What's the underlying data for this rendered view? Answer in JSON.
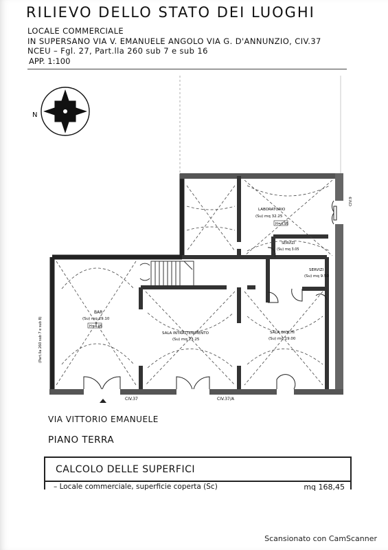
{
  "header": {
    "title": "RILIEVO DELLO STATO DEI LUOGHI",
    "line1": "LOCALE COMMERCIALE",
    "line2": "IN SUPERSANO VIA V. EMANUELE ANGOLO VIA G. D'ANNUNZIO, CIV.37",
    "line3": "NCEU – Fgl. 27, Part.lla 260 sub 7 e sub 16",
    "scale": "APP. 1:100"
  },
  "compass": {
    "icon": "compass-rose-icon",
    "letter": "N"
  },
  "rooms": {
    "laboratorio": {
      "name": "LABORATORIO",
      "area": "(Su) mq 32.25",
      "height": "H=4.95"
    },
    "servizi_small": {
      "name": "SERVIZI",
      "area": "(Su) mq 3.05"
    },
    "servizi": {
      "name": "SERVIZI",
      "area": "(Su) mq 9.50"
    },
    "bar": {
      "name": "BAR",
      "area": "(Su) mq 29.10",
      "height": "H=4.95"
    },
    "sala_intrattenimento": {
      "name": "SALA INTRATTENIMENTO",
      "area": "(Su) mq 23.25"
    },
    "sala_giochi": {
      "name": "SALA GIOCHI",
      "area": "(Su) mq 19.00"
    }
  },
  "side_note": "(Part.lla 260 sub 7 e sub 8)",
  "civ_labels": {
    "civ9": "CIV.9",
    "civ37": "CIV.37",
    "civ37a": "CIV.37/A"
  },
  "street": "VIA VITTORIO EMANUELE",
  "floor": "PIANO TERRA",
  "calc": {
    "title": "CALCOLO DELLE SUPERFICI",
    "row_label": "– Locale commerciale, superficie coperta (Sc)",
    "row_value": "mq 168,45"
  },
  "footer": "Scansionato con CamScanner"
}
